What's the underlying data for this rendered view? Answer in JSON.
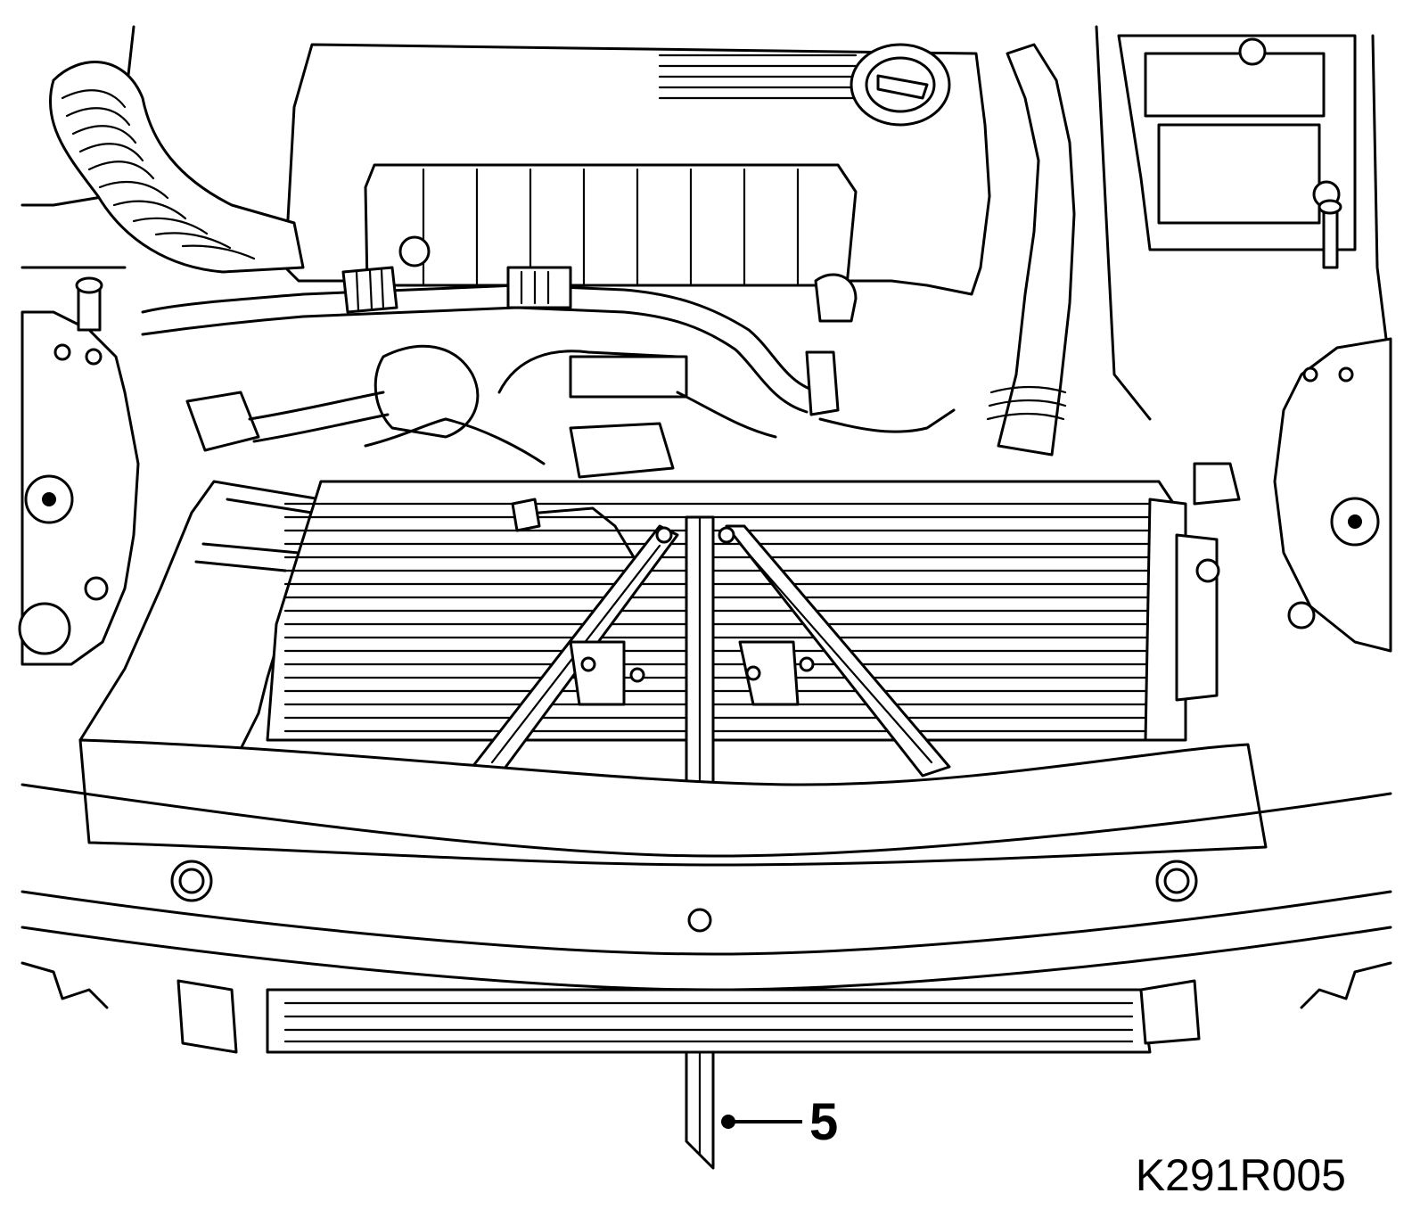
{
  "callout": {
    "number": "5",
    "target": "support-tool"
  },
  "reference_code": "K291R005",
  "colors": {
    "line": "#000000",
    "background": "#ffffff"
  }
}
